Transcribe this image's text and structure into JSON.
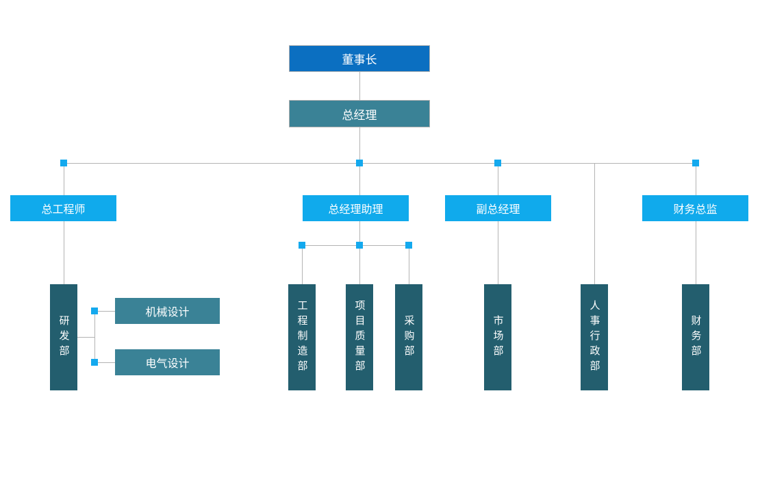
{
  "colors": {
    "chairman_bg": "#0b6fc1",
    "teal_bg": "#3a8296",
    "light_blue_bg": "#10aaec",
    "dark_teal_bg": "#235e6e",
    "connector_line": "#b3b3b3",
    "connector_node": "#14a9ee",
    "box_border": "#b0b0b0",
    "text": "#ffffff"
  },
  "nodes": {
    "chairman": {
      "label": "董事长"
    },
    "general_manager": {
      "label": "总经理"
    },
    "chief_engineer": {
      "label": "总工程师"
    },
    "gm_assistant": {
      "label": "总经理助理"
    },
    "deputy_gm": {
      "label": "副总经理"
    },
    "finance_director": {
      "label": "财务总监"
    },
    "rd_dept": {
      "label": "研发部"
    },
    "mechanical_design": {
      "label": "机械设计"
    },
    "electrical_design": {
      "label": "电气设计"
    },
    "engineering_manufacturing": {
      "label": "工程制造部"
    },
    "project_quality": {
      "label": "项目质量部"
    },
    "procurement": {
      "label": "采购部"
    },
    "marketing": {
      "label": "市场部"
    },
    "hr_admin": {
      "label": "人事行政部"
    },
    "finance_dept": {
      "label": "财务部"
    }
  },
  "edges": [
    [
      "chairman",
      "general_manager"
    ],
    [
      "general_manager",
      "chief_engineer"
    ],
    [
      "general_manager",
      "gm_assistant"
    ],
    [
      "general_manager",
      "deputy_gm"
    ],
    [
      "general_manager",
      "hr_admin"
    ],
    [
      "general_manager",
      "finance_director"
    ],
    [
      "chief_engineer",
      "rd_dept"
    ],
    [
      "rd_dept",
      "mechanical_design"
    ],
    [
      "rd_dept",
      "electrical_design"
    ],
    [
      "gm_assistant",
      "engineering_manufacturing"
    ],
    [
      "gm_assistant",
      "project_quality"
    ],
    [
      "gm_assistant",
      "procurement"
    ],
    [
      "deputy_gm",
      "marketing"
    ],
    [
      "finance_director",
      "finance_dept"
    ]
  ]
}
